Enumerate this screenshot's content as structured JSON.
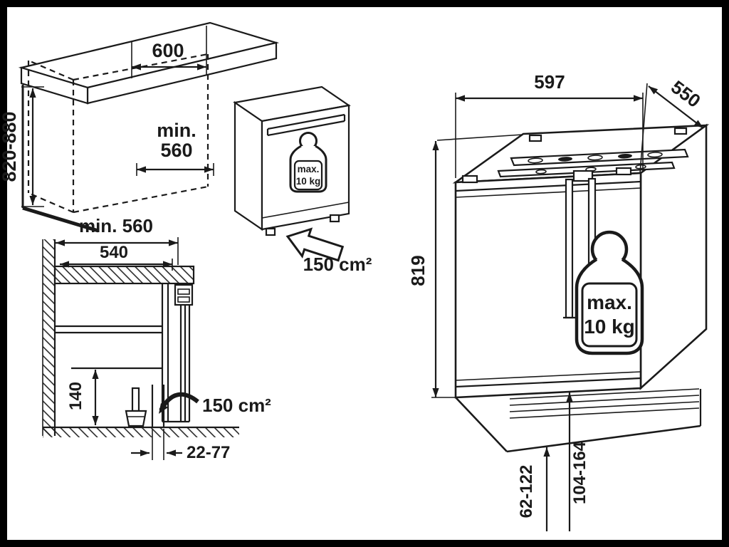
{
  "meta": {
    "description": "Built-under appliance installation drawing",
    "frame_bg": "#000000",
    "canvas_bg": "#ffffff",
    "ink": "#1a1a1a"
  },
  "niche_view": {
    "niche_width": "600",
    "niche_height_range": "820-880",
    "niche_depth_min_line1": "min.",
    "niche_depth_min_line2": "560",
    "vent_area": "150 cm²",
    "weight_limit_line1": "max.",
    "weight_limit_line2": "10 kg"
  },
  "section_view": {
    "niche_width_min": "min. 560",
    "inner_clear_width": "540",
    "vent_clearance_height": "140",
    "vent_area": "150 cm²",
    "plinth_gap_range": "22-77"
  },
  "appliance_view": {
    "width": "597",
    "depth": "550",
    "height": "819",
    "weight_limit_line1": "max.",
    "weight_limit_line2": "10 kg",
    "plinth_recess_range_a": "62-122",
    "plinth_recess_range_b": "104-164"
  },
  "icons": {
    "weight": "kettlebell-weight-icon",
    "insert_arrow": "block-arrow-icon",
    "airflow_arrow": "curved-arrow-icon"
  }
}
